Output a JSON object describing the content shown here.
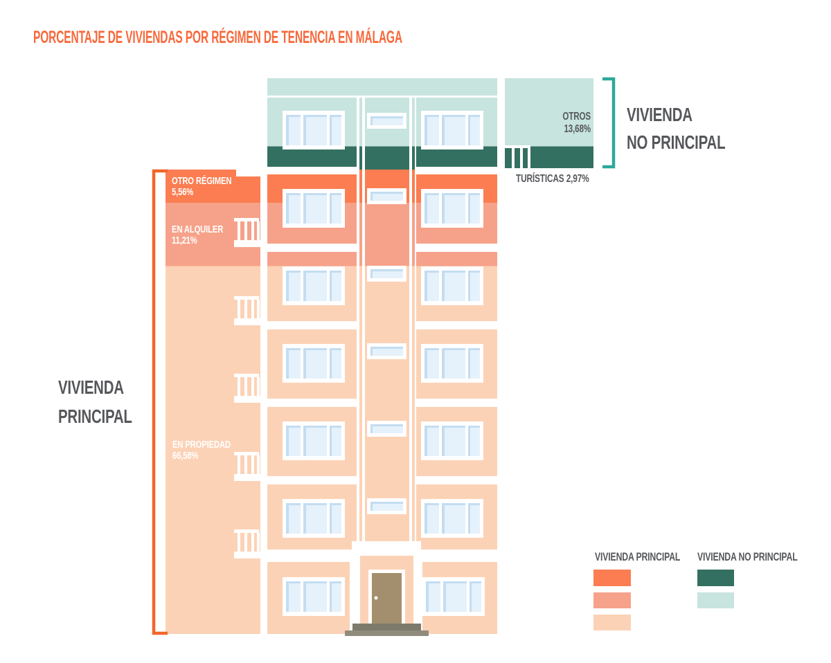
{
  "title": "PORCENTAJE DE VIVIENDAS POR RÉGIMEN DE TENENCIA EN MÁLAGA",
  "chart_data": {
    "type": "bar",
    "title": "Porcentaje de viviendas por régimen de tenencia en Málaga",
    "unit": "%",
    "note": "Stacked percentage bands drawn over an apartment-building illustration",
    "groups": [
      {
        "name": "VIVIENDA PRINCIPAL",
        "segments": [
          {
            "label": "EN PROPIEDAD",
            "value": 66.58,
            "display": "66,58%",
            "color": "#fcd2b6"
          },
          {
            "label": "EN ALQUILER",
            "value": 11.21,
            "display": "11,21%",
            "color": "#f6a28a"
          },
          {
            "label": "OTRO RÉGIMEN",
            "value": 5.56,
            "display": "5,56%",
            "color": "#fb7d51"
          }
        ]
      },
      {
        "name": "VIVIENDA NO PRINCIPAL",
        "segments": [
          {
            "label": "OTROS",
            "value": 13.68,
            "display": "13,68%",
            "color": "#c7e4de"
          },
          {
            "label": "TURÍSTICAS",
            "value": 2.97,
            "display": "2,97%",
            "color": "#347061"
          }
        ]
      }
    ]
  },
  "annotations": {
    "otro_regimen_label": "OTRO RÉGIMEN",
    "otro_regimen_value": "5,56%",
    "en_alquiler_label": "EN ALQUILER",
    "en_alquiler_value": "11,21%",
    "en_propiedad_label": "EN PROPIEDAD",
    "en_propiedad_value": "66,58%",
    "otros_label": "OTROS",
    "otros_value": "13,68%",
    "turisticas_label": "TURÍSTICAS 2,97%",
    "bracket_left_line1": "VIVIENDA",
    "bracket_left_line2": "PRINCIPAL",
    "bracket_right_line1": "VIVIENDA",
    "bracket_right_line2": "NO PRINCIPAL"
  },
  "legend": {
    "principal_label": "VIVIENDA PRINCIPAL",
    "no_principal_label": "VIVIENDA NO PRINCIPAL"
  },
  "colors": {
    "title_orange": "#f8683a",
    "bracket_orange": "#f2662a",
    "bracket_teal": "#2ca89a",
    "band_orange": "#fb7d51",
    "band_salmon": "#f6a28a",
    "band_peach": "#fcd2b6",
    "band_mint": "#c7e4de",
    "band_teal": "#347061",
    "text_gray": "#56575b",
    "text_white": "#ffffff",
    "window_pane": "#e5f1fb",
    "window_accent": "#c3ddf1",
    "door_brown": "#a38f6d",
    "step_dark": "#7d7a6b",
    "step_light": "#908c7d"
  }
}
